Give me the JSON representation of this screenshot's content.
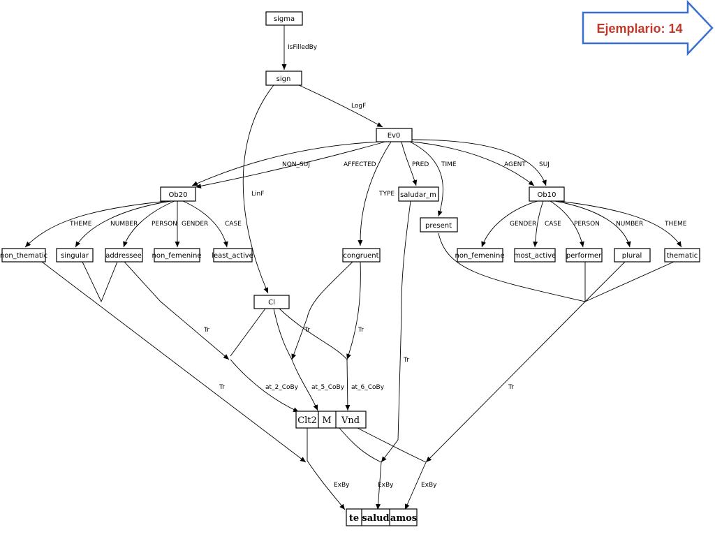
{
  "badge": {
    "label": "Ejemplario: 14",
    "color": "#c0392b",
    "arrow_color": "#3a6fd1"
  },
  "nodes": {
    "sigma": "sigma",
    "sign": "sign",
    "ev0": "Ev0",
    "ob20": "Ob20",
    "ob10": "Ob10",
    "saludar_m": "saludar_m",
    "present": "present",
    "congruent": "congruent",
    "cl": "Cl",
    "non_thematic": "non_thematic",
    "singular": "singular",
    "addressee": "addressee",
    "non_femenine_1": "non_femenine",
    "least_active": "least_active",
    "non_femenine_2": "non_femenine",
    "most_active": "most_active",
    "performer": "performer",
    "plural": "plural",
    "thematic": "thematic",
    "clt2": "Clt2",
    "m": "M",
    "vnd": "Vnd",
    "te": "te",
    "salud": "salud",
    "amos": "amos"
  },
  "edge_labels": {
    "isfilledby": "IsFilledBy",
    "logf": "LogF",
    "linf": "LinF",
    "non_suj": "NON_SUJ",
    "affected": "AFFECTED",
    "type": "TYPE",
    "pred": "PRED",
    "time": "TIME",
    "agent": "AGENT",
    "suj": "SUJ",
    "theme_l": "THEME",
    "number_l": "NUMBER",
    "person_l": "PERSON",
    "gender_l": "GENDER",
    "case_l": "CASE",
    "gender_r": "GENDER",
    "case_r": "CASE",
    "person_r": "PERSON",
    "number_r": "NUMBER",
    "theme_r": "THEME",
    "tr_1": "Tr",
    "tr_2": "Tr",
    "tr_3": "Tr",
    "tr_4": "Tr",
    "tr_5": "Tr",
    "tr_6": "Tr",
    "at_2": "at_2_CoBy",
    "at_5": "at_5_CoBy",
    "at_6": "at_6_CoBy",
    "exby_1": "ExBy",
    "exby_2": "ExBy",
    "exby_3": "ExBy"
  }
}
